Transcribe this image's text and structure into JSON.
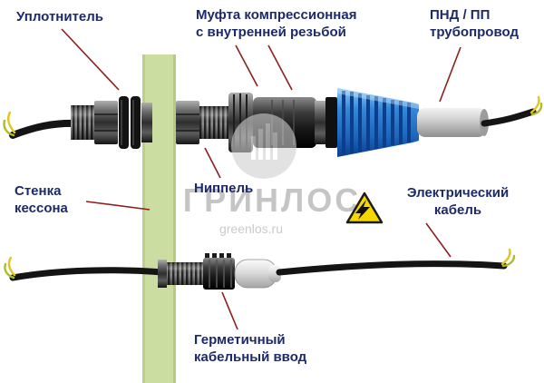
{
  "labels": {
    "seal": "Уплотнитель",
    "coupling": "Муфта компрессионная\nс внутренней резьбой",
    "pipe": "ПНД / ПП\nтрубопровод",
    "wall": "Стенка\nкессона",
    "nipple": "Ниппель",
    "cable": "Электрический\nкабель",
    "entry": "Герметичный\nкабельный ввод"
  },
  "watermark": {
    "brand": "ГРИНЛОС",
    "site": "greenlos.ru"
  },
  "icons": {
    "electrical_hazard": "warning-triangle-lightning-bolt"
  },
  "colors": {
    "label_text": "#1d2a69",
    "leader_line": "#8d1f1f",
    "wall_green": "#ccdda1",
    "fitting_blue": "#2f83d6",
    "hazard_yellow": "#f6d800",
    "cable_black": "#141414",
    "wire_yellow": "#e3c41c",
    "wire_green": "#aebc2a"
  }
}
